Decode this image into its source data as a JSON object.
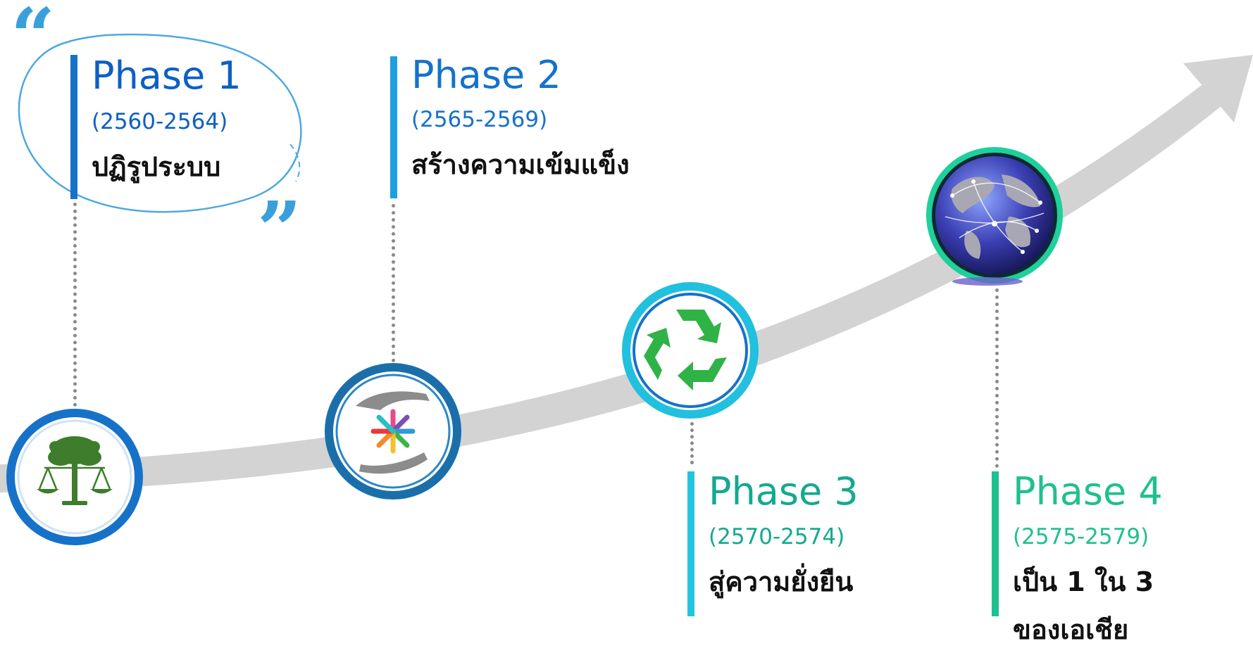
{
  "colors": {
    "blue_dark": "#0d63c9",
    "blue_light": "#1f9fe0",
    "teal": "#14a98f",
    "green": "#1fc08f",
    "cyan": "#22c5df",
    "ribbon": "#d3d3d3"
  },
  "phases": [
    {
      "title": "Phase 1",
      "years": "(2560-2564)",
      "desc": "ปฏิรูประบบ",
      "icon": "scales-of-justice-tree-icon"
    },
    {
      "title": "Phase 2",
      "years": "(2565-2569)",
      "desc": "สร้างความเข้มแข็ง",
      "icon": "hands-with-people-icon"
    },
    {
      "title": "Phase 3",
      "years": "(2570-2574)",
      "desc": "สู่ความยั่งยืน",
      "icon": "recycle-icon"
    },
    {
      "title": "Phase 4",
      "years": "(2575-2579)",
      "desc_line1": "เป็น 1 ใน 3",
      "desc_line2": "ของเอเชีย",
      "icon": "globe-network-icon"
    }
  ]
}
